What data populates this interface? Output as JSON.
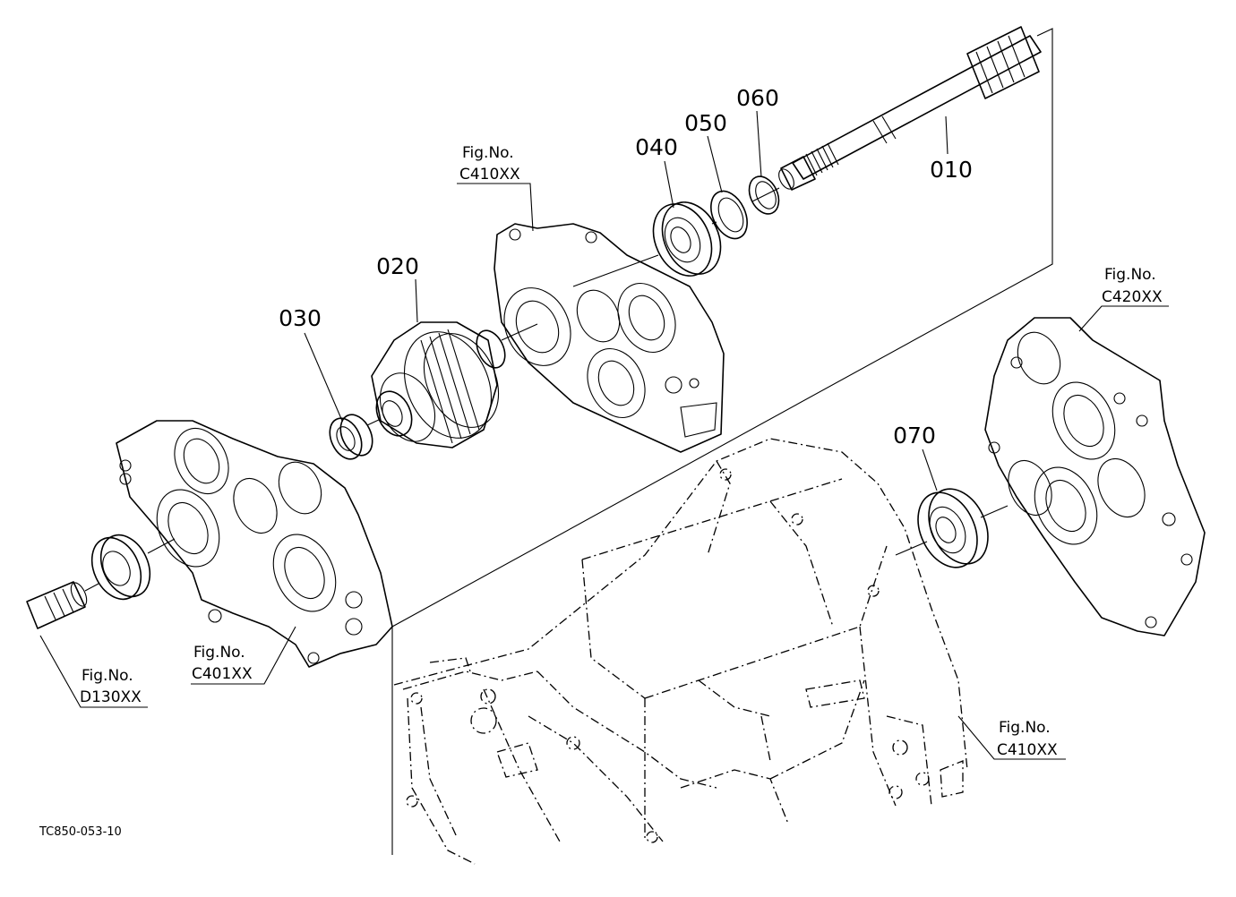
{
  "diagram": {
    "part_numbers": [
      "010",
      "020",
      "030",
      "040",
      "050",
      "060",
      "070"
    ],
    "figure_refs": [
      {
        "line1": "Fig.No.",
        "line2": "C410XX"
      },
      {
        "line1": "Fig.No.",
        "line2": "C420XX"
      },
      {
        "line1": "Fig.No.",
        "line2": "C401XX"
      },
      {
        "line1": "Fig.No.",
        "line2": "D130XX"
      },
      {
        "line1": "Fig.No.",
        "line2": "C410XX"
      }
    ],
    "drawing_code": "TC850-053-10"
  }
}
